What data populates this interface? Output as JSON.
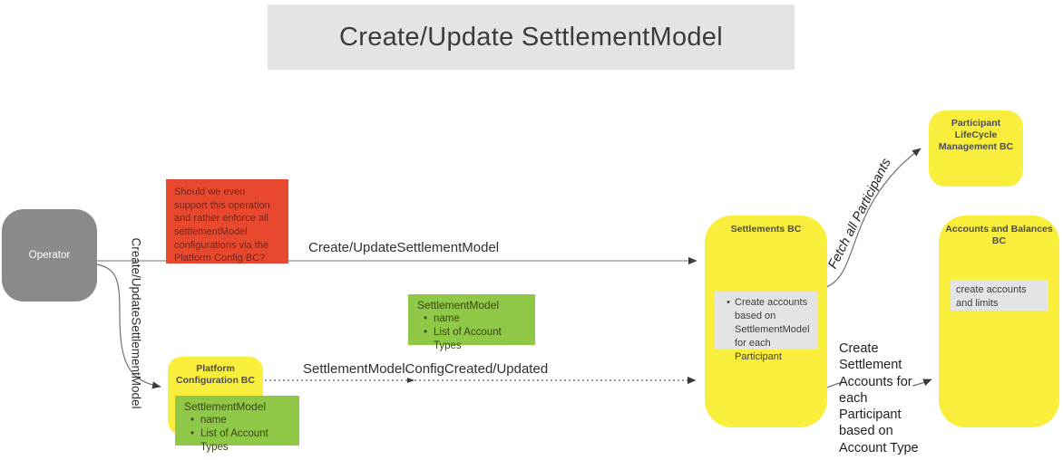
{
  "title": "Create/Update SettlementModel",
  "operator": {
    "label": "Operator"
  },
  "question_note": {
    "text": "Should we even support this operation and rather enforce all settlementModel configurations via the Platform Config BC?"
  },
  "bcs": {
    "platform_config": {
      "title": "Platform Configuration BC"
    },
    "settlements": {
      "title": "Settlements BC",
      "note": {
        "bullet": "•",
        "text": "Create accounts based on SettlementModel for each Participant"
      }
    },
    "participant_lifecycle": {
      "title": "Participant LifeCycle Management BC"
    },
    "accounts_balances": {
      "title": "Accounts and Balances BC",
      "note": {
        "text": "create accounts and limits"
      }
    }
  },
  "model_cards": {
    "mid": {
      "title": "SettlementModel",
      "bullet": "•",
      "items": [
        "name",
        "List of Account Types"
      ]
    },
    "platform": {
      "title": "SettlementModel",
      "bullet": "•",
      "items": [
        "name",
        "List of Account Types"
      ]
    }
  },
  "edges": {
    "operator_to_settlements": {
      "label": "Create/UpdateSettlementModel",
      "style": "solid"
    },
    "operator_to_platform": {
      "label": "Create/UpdateSettlementModel",
      "style": "solid-curved"
    },
    "platform_to_settlements": {
      "label": "SettlementModelConfigCreated/Updated",
      "style": "dotted"
    },
    "settlements_to_lifecycle": {
      "label": "Fetch all Participants",
      "style": "solid-curved"
    },
    "settlements_to_accounts": {
      "label": "Create Settlement Accounts for each Participant based on Account Type",
      "style": "solid-curved"
    }
  },
  "colors": {
    "sticky_yellow": "#F9EE3B",
    "card_green": "#8FC746",
    "note_red": "#E8492E",
    "note_gray": "#E4E4E4",
    "operator_gray": "#8A8A8A",
    "title_bar_gray": "#E4E4E4",
    "connector": "#555555"
  }
}
